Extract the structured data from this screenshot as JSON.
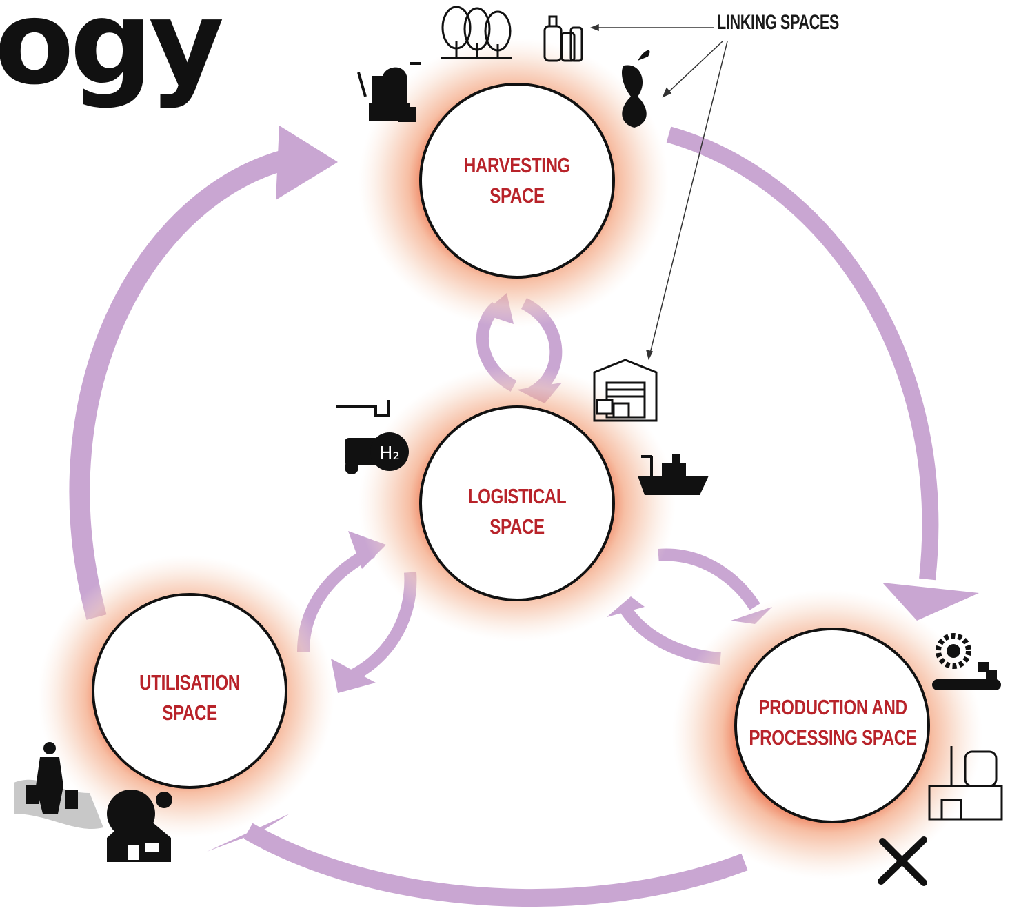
{
  "heading": "ogy",
  "linking_label": "LINKING SPACES",
  "nodes": {
    "harvesting": {
      "line1": "HARVESTING",
      "line2": "SPACE"
    },
    "logistical": {
      "line1": "LOGISTICAL",
      "line2": "SPACE"
    },
    "utilisation": {
      "line1": "UTILISATION",
      "line2": "SPACE"
    },
    "production": {
      "line1": "PRODUCTION AND",
      "line2": "PROCESSING SPACE"
    }
  },
  "icons": [
    "trees-icon",
    "bottles-icon",
    "apple-core-icon",
    "wheelbarrow-icon",
    "warehouse-icon",
    "ship-icon",
    "hydrogen-truck-icon",
    "factory-gear-icon",
    "plant-icon",
    "tools-icon",
    "shopper-icon",
    "house-icon"
  ],
  "colors": {
    "arrow": "#c9a6d2",
    "label": "#b8232a",
    "glow_outer": "#f7d9c8",
    "glow_inner": "#e8542a"
  }
}
